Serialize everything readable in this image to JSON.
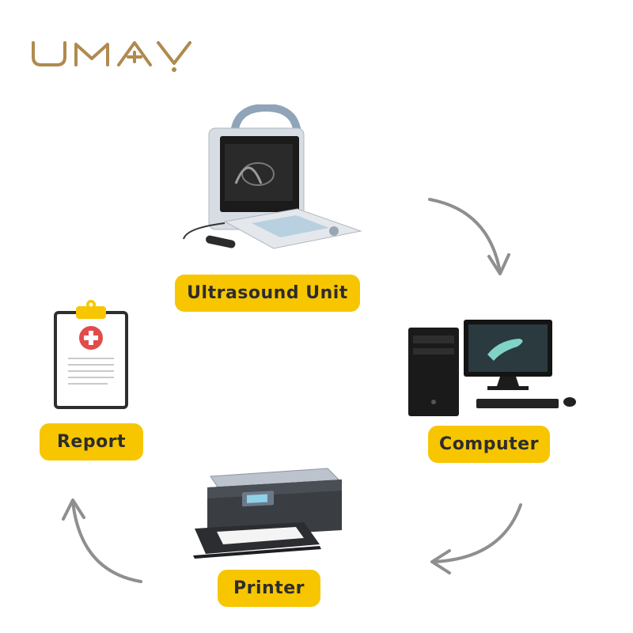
{
  "brand": {
    "logo_text": "UMAY",
    "logo_color": "#b08a4e"
  },
  "diagram": {
    "accent_color": "#f7c600",
    "arrow_color": "#8f8f8f",
    "nodes": [
      {
        "id": "ultrasound",
        "label": "Ultrasound Unit",
        "icon": "ultrasound-device-icon"
      },
      {
        "id": "computer",
        "label": "Computer",
        "icon": "computer-workstation-icon"
      },
      {
        "id": "printer",
        "label": "Printer",
        "icon": "printer-icon"
      },
      {
        "id": "report",
        "label": "Report",
        "icon": "clipboard-report-icon"
      }
    ],
    "flow": [
      "ultrasound",
      "computer",
      "printer",
      "report"
    ]
  }
}
